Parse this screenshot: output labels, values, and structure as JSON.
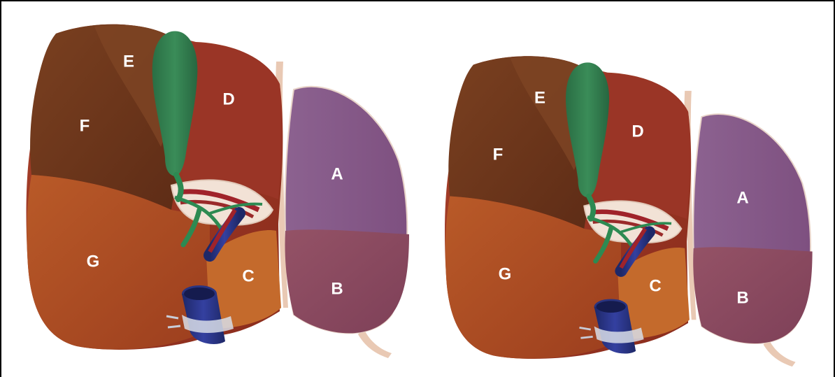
{
  "figure": {
    "panels": [
      {
        "id": "left",
        "labels": {
          "A": "A",
          "B": "B",
          "C": "C",
          "D": "D",
          "E": "E",
          "F": "F",
          "G": "G"
        }
      },
      {
        "id": "right",
        "labels": {
          "A": "A",
          "B": "B",
          "C": "C",
          "D": "D",
          "E": "E",
          "F": "F",
          "G": "G"
        }
      }
    ]
  },
  "colors": {
    "liver_brown": "#6e3318",
    "liver_red": "#9e3a22",
    "lobe_orange": "#b0501f",
    "caudate_orange": "#c46a2c",
    "lobe_purple": "#8a5d88",
    "lobe_mauve": "#8e4e60",
    "gallbladder": "#2f7a4a",
    "vessel_blue": "#26307a",
    "vessel_red": "#a0232a"
  }
}
